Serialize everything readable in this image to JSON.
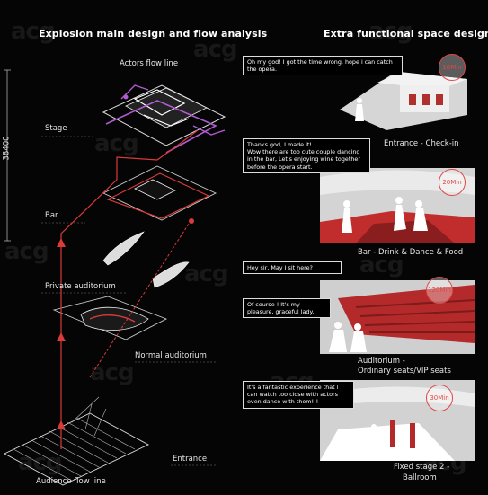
{
  "left": {
    "title": "Explosion main design and flow analysis",
    "dimension": "38400",
    "labels": {
      "actors_flow": "Actors flow line",
      "stage": "Stage",
      "bar": "Bar",
      "private_auditorium": "Private auditorium",
      "normal_auditorium": "Normal auditorium",
      "entrance": "Entrance",
      "audience_flow": "Audience flow line"
    }
  },
  "right": {
    "title": "Extra functional space design",
    "scenes": [
      {
        "time": "10Min",
        "bubbles": [
          "Oh my god! I got the time wrong, hope i can catch the opera."
        ],
        "caption": [
          "Entrance - Check-in"
        ]
      },
      {
        "time": "20Min",
        "bubbles": [
          "Thanks god, I made it!\nWow there are too cute couple dancing in the bar, Let's enjoying wine together before the opera start."
        ],
        "caption": [
          "Bar - Drink & Dance & Food"
        ]
      },
      {
        "time": "120Min",
        "bubbles": [
          "Hey sir, May I sit here?",
          "Of course ! It's my pleasure, graceful lady."
        ],
        "caption": [
          "Auditorium -",
          "Ordinary seats/VIP seats"
        ]
      },
      {
        "time": "30Min",
        "bubbles": [
          "It's a fantastic experience that i can watch too close with actors even dance with them!!!"
        ],
        "caption": [
          "Fixed stage 2 -",
          "Ballroom"
        ]
      }
    ]
  },
  "watermark": "acg",
  "colors": {
    "accent_red": "#d93a3a",
    "accent_purple": "#b05cd0"
  }
}
